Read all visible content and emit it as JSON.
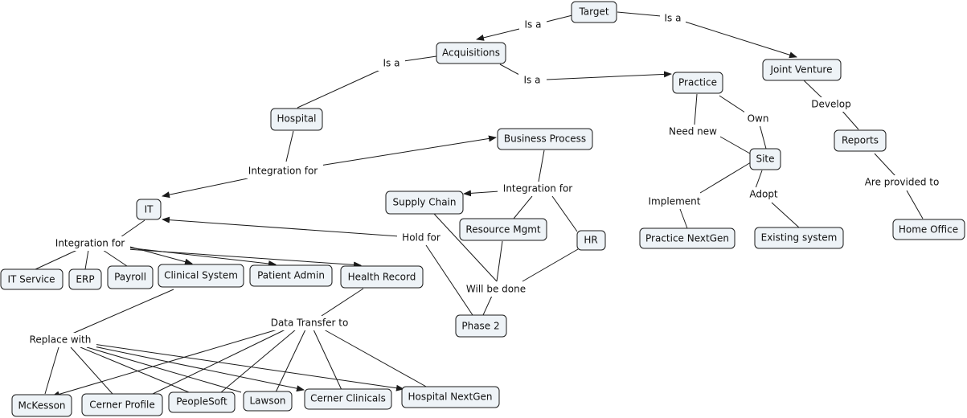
{
  "concepts": {
    "target": "Target",
    "acquisitions": "Acquisitions",
    "joint_venture": "Joint Venture",
    "practice": "Practice",
    "hospital": "Hospital",
    "business_process": "Business Process",
    "reports": "Reports",
    "site": "Site",
    "supply_chain": "Supply Chain",
    "it": "IT",
    "resource_mgmt": "Resource Mgmt",
    "hr": "HR",
    "practice_nextgen": "Practice NextGen",
    "existing_system": "Existing system",
    "home_office": "Home Office",
    "it_service": "IT Service",
    "erp": "ERP",
    "payroll": "Payroll",
    "clinical_system": "Clinical System",
    "patient_admin": "Patient Admin",
    "health_record": "Health Record",
    "phase_2": "Phase 2",
    "mckesson": "McKesson",
    "cerner_profile": "Cerner Profile",
    "peoplesoft": "PeopleSoft",
    "lawson": "Lawson",
    "cerner_clinicals": "Cerner Clinicals",
    "hospital_nextgen": "Hospital NextGen"
  },
  "links": {
    "is_a_target_acq": "Is a",
    "is_a_target_jv": "Is a",
    "is_a_acq_hosp": "Is a",
    "is_a_acq_practice": "Is a",
    "develop": "Develop",
    "own": "Own",
    "need_new": "Need new",
    "integration_for_hospital": "Integration for",
    "integration_for_bp": "Integration for",
    "implement": "Implement",
    "adopt": "Adopt",
    "are_provided_to": "Are provided to",
    "hold_for": "Hold for",
    "integration_for_it": "Integration for",
    "will_be_done": "Will be done",
    "data_transfer_to": "Data Transfer to",
    "replace_with": "Replace with"
  }
}
